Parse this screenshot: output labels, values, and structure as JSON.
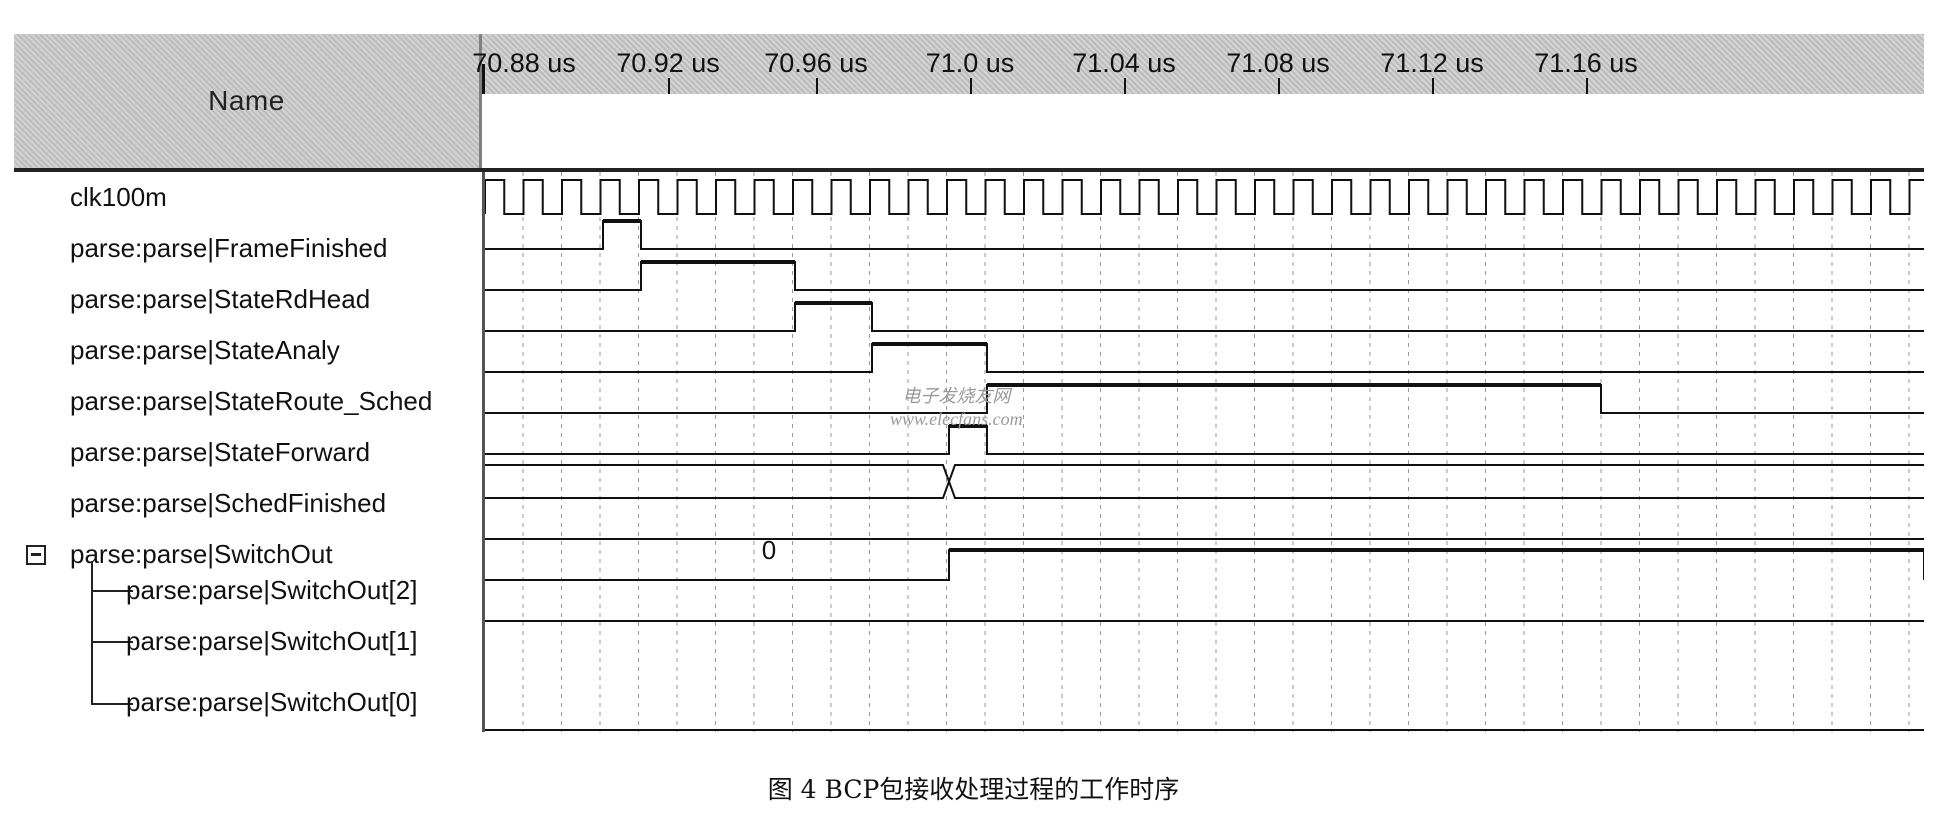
{
  "header": {
    "name_label": "Name"
  },
  "ruler": {
    "labels": [
      "70.88 us",
      "70.92 us",
      "70.96 us",
      "71.0 us",
      "71.04 us",
      "71.08 us",
      "71.12 us",
      "71.16 us"
    ]
  },
  "signals": [
    {
      "name": "clk100m"
    },
    {
      "name": "parse:parse|FrameFinished"
    },
    {
      "name": "parse:parse|StateRdHead"
    },
    {
      "name": "parse:parse|StateAnaly"
    },
    {
      "name": "parse:parse|StateRoute_Sched"
    },
    {
      "name": "parse:parse|StateForward"
    },
    {
      "name": "parse:parse|SchedFinished"
    },
    {
      "name": "parse:parse|SwitchOut"
    },
    {
      "name": "parse:parse|SwitchOut[2]"
    },
    {
      "name": "parse:parse|SwitchOut[1]"
    },
    {
      "name": "parse:parse|SwitchOut[0]"
    }
  ],
  "bus_value": "0",
  "watermark": {
    "line1": "电子发烧友网",
    "line2": "www.elecfans.com"
  },
  "caption": "图 4 BCP包接收处理过程的工作时序",
  "colors": {
    "header_bg": "#c7c7c7",
    "wave": "#111111",
    "grid": "#9a9a9a"
  }
}
